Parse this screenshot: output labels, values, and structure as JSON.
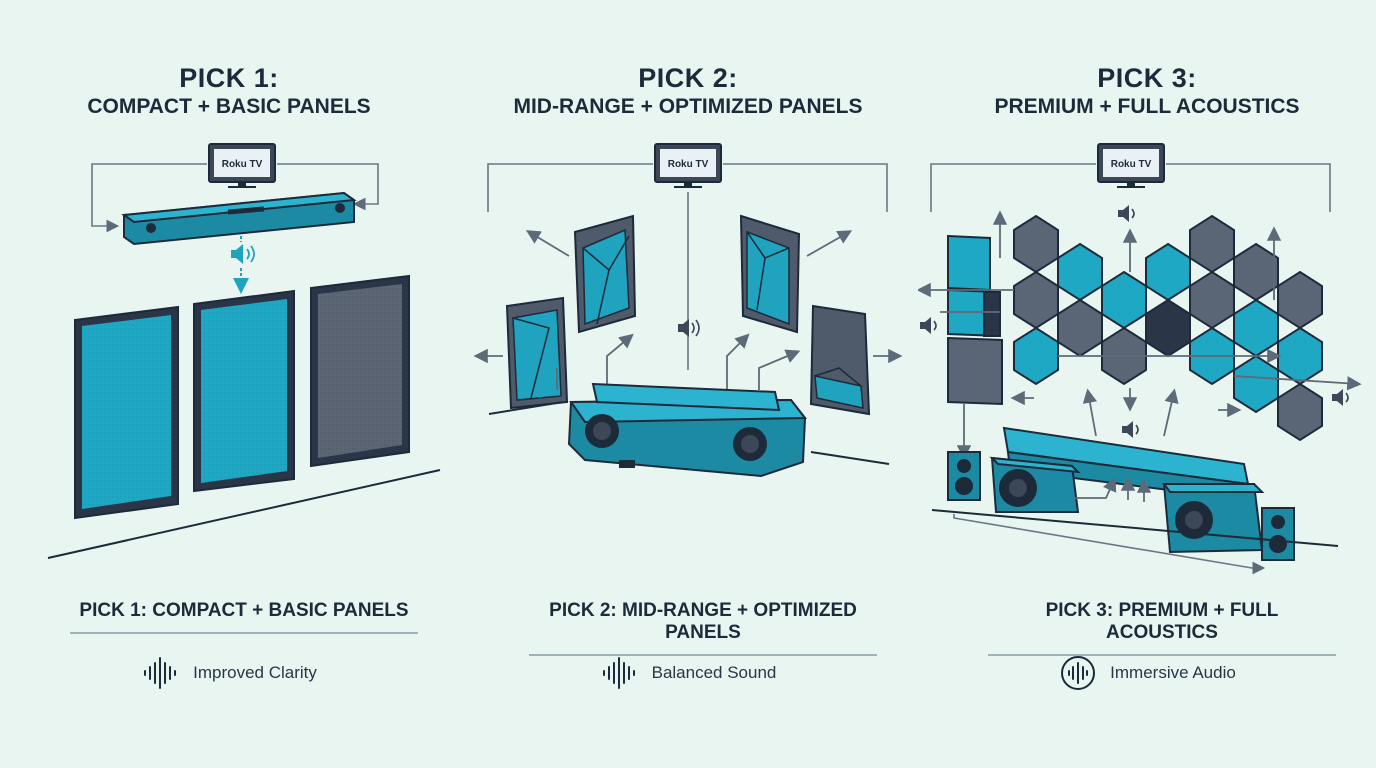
{
  "picks": [
    {
      "heading": "PICK 1:",
      "subheading": "COMPACT + BASIC PANELS",
      "tv_label": "Roku TV",
      "caption": "PICK 1: COMPACT + BASIC PANELS",
      "benefit": "Improved Clarity",
      "benefit_icon": "waveform-icon"
    },
    {
      "heading": "PICK 2:",
      "subheading": "MID-RANGE + OPTIMIZED PANELS",
      "tv_label": "Roku TV",
      "caption": "PICK 2: MID-RANGE + OPTIMIZED PANELS",
      "benefit": "Balanced Sound",
      "benefit_icon": "waveform-icon"
    },
    {
      "heading": "PICK 3:",
      "subheading": "PREMIUM + FULL ACOUSTICS",
      "tv_label": "Roku TV",
      "caption": "PICK 3: PREMIUM + FULL ACOUSTICS",
      "benefit": "Immersive Audio",
      "benefit_icon": "circled-waveform-icon"
    }
  ],
  "colors": {
    "background": "#e9f5f1",
    "teal": "#1fa3bf",
    "slate": "#5a6676",
    "navy": "#273548",
    "line": "#6b7685"
  }
}
